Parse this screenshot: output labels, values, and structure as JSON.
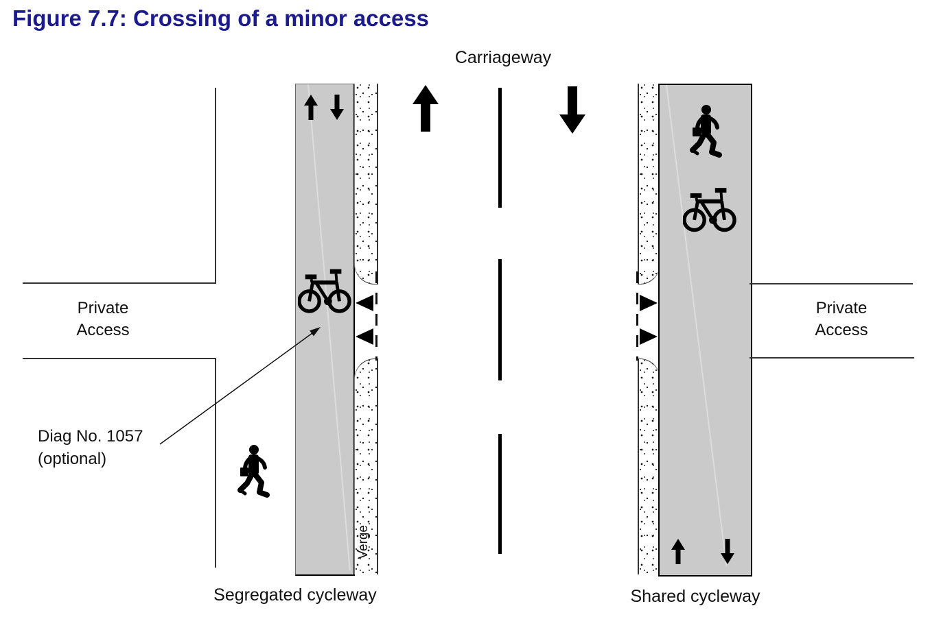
{
  "title": "Figure 7.7: Crossing of a minor access",
  "carriageway_label": "Carriageway",
  "left_side": {
    "access_label": {
      "line1": "Private",
      "line2": "Access"
    },
    "cycleway_label": "Segregated cycleway",
    "verge_label": "Verge"
  },
  "right_side": {
    "access_label": {
      "line1": "Private",
      "line2": "Access"
    },
    "cycleway_label": "Shared cycleway"
  },
  "annotation": {
    "line1": "Diag No. 1057",
    "line2": "(optional)"
  },
  "colors": {
    "title_text": "#1b1b8e",
    "cycleway_fill": "#cacaca",
    "line_work": "#000000",
    "background": "#ffffff"
  },
  "icons": {
    "left_cycleway": [
      "up-arrow-icon",
      "down-arrow-icon",
      "cycle-symbol-icon"
    ],
    "carriageway": [
      "up-arrow-icon",
      "down-arrow-icon"
    ],
    "right_cycleway": [
      "pedestrian-icon",
      "cycle-symbol-icon",
      "up-arrow-icon",
      "down-arrow-icon"
    ],
    "access_markings": [
      "give-way-triangle-icon"
    ],
    "other": [
      "pedestrian-icon",
      "leader-arrow-icon"
    ]
  }
}
